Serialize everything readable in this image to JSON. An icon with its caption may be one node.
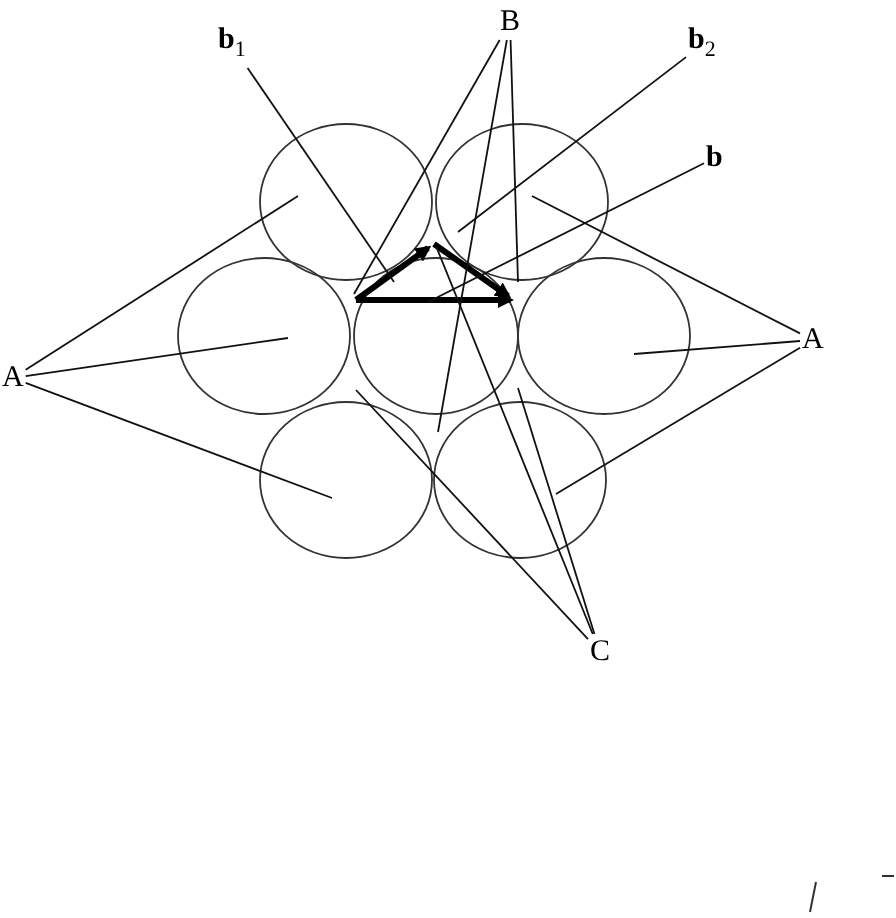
{
  "diagram": {
    "nodes": [
      {
        "text": [
          "b$_{1}$"
        ]
      },
      {
        "text": [
          "B"
        ]
      },
      {
        "text": [
          "b$_{2}$"
        ]
      },
      {
        "text": [
          "b"
        ]
      },
      {
        "text": [
          "A"
        ]
      },
      {
        "text": [
          "A"
        ]
      },
      {
        "text": [
          "C"
        ]
      },
      {
        "text": [],
        "shape": "picture"
      }
    ],
    "edges": [
      {
        "from": 0,
        "to": 7,
        "arrow": "none"
      },
      {
        "from": 1,
        "to": 7,
        "arrow": "none"
      },
      {
        "from": 1,
        "to": 7,
        "arrow": "none"
      },
      {
        "from": 1,
        "to": 7,
        "arrow": "none"
      },
      {
        "from": 2,
        "to": 7,
        "arrow": "none"
      },
      {
        "from": 3,
        "to": 7,
        "arrow": "none"
      },
      {
        "from": 4,
        "to": 7,
        "arrow": "none"
      },
      {
        "from": 4,
        "to": 7,
        "arrow": "none"
      },
      {
        "from": 4,
        "to": 7,
        "arrow": "none"
      },
      {
        "from": 5,
        "to": 7,
        "arrow": "none"
      },
      {
        "from": 5,
        "to": 7,
        "arrow": "none"
      },
      {
        "from": 5,
        "to": 7,
        "arrow": "none"
      },
      {
        "from": 6,
        "to": 7,
        "arrow": "none"
      },
      {
        "from": 6,
        "to": 7,
        "arrow": "none"
      },
      {
        "from": 6,
        "to": 7,
        "arrow": "none"
      }
    ]
  }
}
